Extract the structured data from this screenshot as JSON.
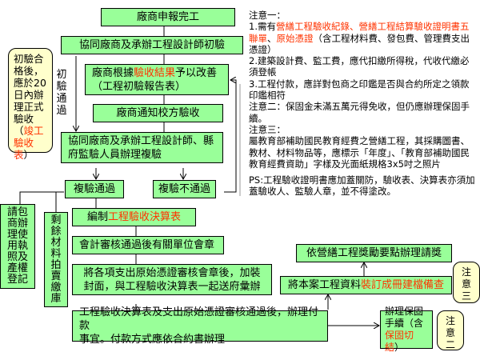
{
  "flow": {
    "step1": "廠商申報完工",
    "step2": "協同廠商及承辦工程設計師初驗",
    "step3_pre": "廠商根據",
    "step3_red": "驗收結果",
    "step3_post": "予以改善",
    "step3_line2": "（工程初驗報告表）",
    "step4": "廠商通知校方驗收",
    "step5_line1": "協同廠商及承辦工程設計師、縣",
    "step5_line2": "府監驗人員辦理複驗",
    "pass": "複驗通過",
    "fail": "複驗不通過",
    "initial_pass_label": "初驗通過",
    "license_box": "請包商辦理使用執照及產權登記",
    "surplus_box": "剩餘材料拍賣繳庫",
    "compile_pre": "編制",
    "compile_red": "工程驗收決算表",
    "accounting": "會計審核通過後有關單位會章",
    "bind_line1": "將各項支出原始憑證審核會章後，加裝",
    "bind_line2": "封面，與工程驗收決算表一起送府彙辦",
    "pay_line1": "工程驗收決算表及支出原始憑證審核通過後，辦理付款",
    "pay_line2": "事宜。付款方式應依合約書辦理",
    "award": "依營繕工程獎勵要點辦理請獎",
    "archive_pre": "將本案工程資料",
    "archive_red": "裝訂成冊建檔備查",
    "warranty_line1": "辦理保固",
    "warranty_line2": "手續（含",
    "warranty_red": "保固切結",
    "warranty_end": "）"
  },
  "callouts": {
    "left_text": "初驗合格後，應於20日內辦理正式驗收（",
    "left_red": "竣工驗收表",
    "left_end": "）",
    "note3": "注意三",
    "note2": "注意二"
  },
  "notes": {
    "n1_title": "注意一：",
    "n1_pre": "1.需有",
    "n1_red1": "營繕工程驗收紀錄、營繕工程結算驗收證明書五聯單",
    "n1_sep": "、",
    "n1_red2": "原始憑證",
    "n1_post": "（含工程材料費、發包費、管理費支出憑證）",
    "n1_2": "2.建築設計費、監工費，應代扣繳所得稅，代收代繳必須登帳",
    "n1_3": "3.工程付款，應詳對包商之印鑑是否與合約所定之領款印鑑相符",
    "n2": "注意二：保固金未滿五萬元得免收，但仍應辦理保固手續。",
    "n3_title": "注意三：",
    "n3_body": "屬教育部補助國民教育經費之營繕工程，其採購圖書、教材、材料物品等，應標示「年度」、「教育部補助國民教育經費資助」字樣及光面紙規格3x5吋之照片",
    "ps": "PS:工程驗收證明書應加蓋關防，驗收表、決算表亦須加蓋驗收人、監驗人章，並不得塗改。"
  }
}
